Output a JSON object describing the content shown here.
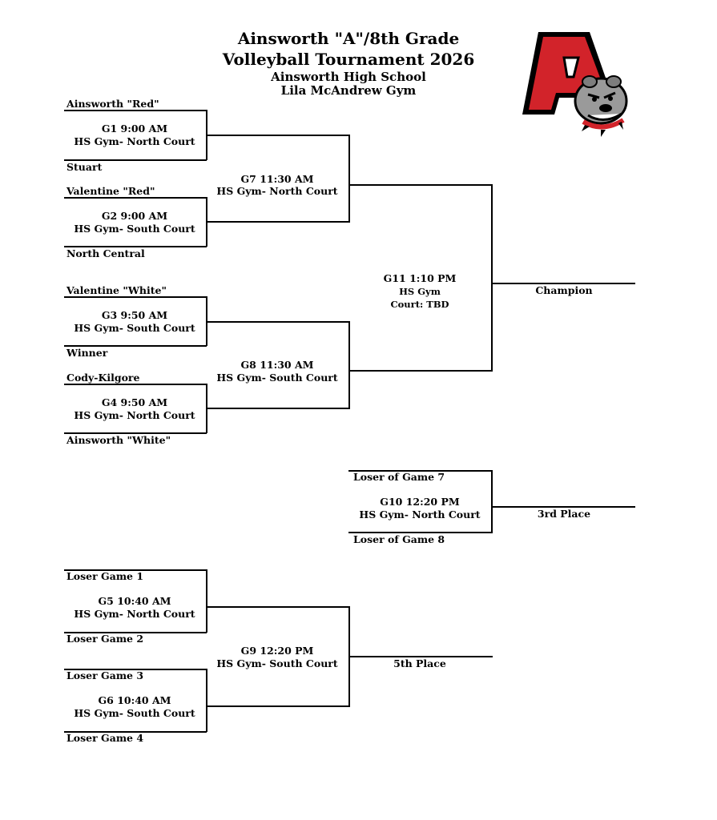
{
  "header": {
    "title_line1": "Ainsworth \"A\"/8th Grade",
    "title_line2": "Volleyball Tournament 2026",
    "venue_line1": "Ainsworth High School",
    "venue_line2": "Lila McAndrew Gym"
  },
  "logo": {
    "letter": "A",
    "icon": "bulldog-mascot-icon",
    "colors": {
      "red": "#d2232a",
      "black": "#000000",
      "gray": "#9a9a9a"
    }
  },
  "teams": {
    "g1_top": "Ainsworth \"Red\"",
    "g1_bottom": "Stuart",
    "g2_top": "Valentine \"Red\"",
    "g2_bottom": "North Central",
    "g3_top": "Valentine \"White\"",
    "g3_bottom": "Winner",
    "g4_top": "Cody-Kilgore",
    "g4_bottom": "Ainsworth \"White\"",
    "g5_top": "Loser Game 1",
    "g5_bottom": "Loser Game 2",
    "g6_top": "Loser Game 3",
    "g6_bottom": "Loser Game 4",
    "g10_top": "Loser of Game 7",
    "g10_bottom": "Loser of Game 8"
  },
  "games": {
    "g1": {
      "time": "G1      9:00 AM",
      "court": "HS Gym- North Court"
    },
    "g2": {
      "time": "G2      9:00 AM",
      "court": "HS Gym- South Court"
    },
    "g3": {
      "time": "G3      9:50 AM",
      "court": "HS Gym- South Court"
    },
    "g4": {
      "time": "G4      9:50 AM",
      "court": "HS Gym- North Court"
    },
    "g5": {
      "time": "G5      10:40 AM",
      "court": "HS Gym- North Court"
    },
    "g6": {
      "time": "G6   10:40 AM",
      "court": "HS Gym- South Court"
    },
    "g7": {
      "time": "G7   11:30 AM",
      "court": "HS Gym- North Court"
    },
    "g8": {
      "time": "G8      11:30 AM",
      "court": "HS Gym- South Court"
    },
    "g9": {
      "time": "G9      12:20 PM",
      "court": "HS Gym- South Court"
    },
    "g10": {
      "time": "G10     12:20 PM",
      "court": "HS Gym- North Court"
    },
    "g11": {
      "time": "G11     1:10 PM",
      "line2": "HS Gym",
      "line3": "Court: TBD"
    }
  },
  "places": {
    "champion": "Champion",
    "third": "3rd Place",
    "fifth": "5th Place"
  }
}
